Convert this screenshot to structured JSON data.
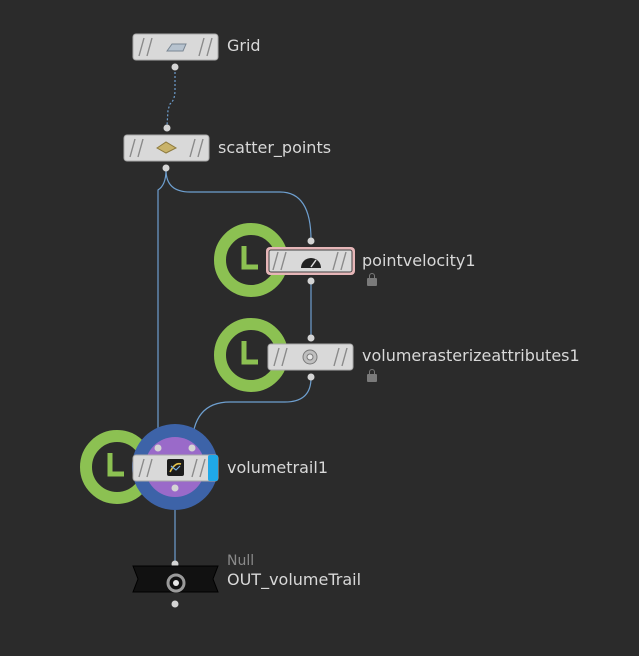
{
  "network": {
    "nodes": [
      {
        "id": "grid",
        "label": "Grid",
        "icon": "grid-icon"
      },
      {
        "id": "scatter",
        "label": "scatter_points",
        "icon": "scatter-icon"
      },
      {
        "id": "pointvelocity",
        "label": "pointvelocity1",
        "icon": "speedometer-icon",
        "locked": true,
        "selected_color": "#e6b6b8"
      },
      {
        "id": "volumerasterize",
        "label": "volumerasterizeattributes1",
        "icon": "volume-rasterize-icon",
        "locked": true
      },
      {
        "id": "volumetrail",
        "label": "volumetrail1",
        "icon": "volume-trail-icon",
        "display_flag_color": "#1fa8e8"
      },
      {
        "id": "null",
        "type_label": "Null",
        "label": "OUT_volumeTrail",
        "icon": "null-ring-icon"
      }
    ],
    "colors": {
      "background": "#2b2b2b",
      "wire": "#6e9fcf",
      "timer_ring": "#8cc152",
      "node_body": "#d9d9d9",
      "highlight_outer": "#3d63a8",
      "highlight_inner": "#9a6ac9"
    },
    "timer_icon": "clock-icon"
  }
}
